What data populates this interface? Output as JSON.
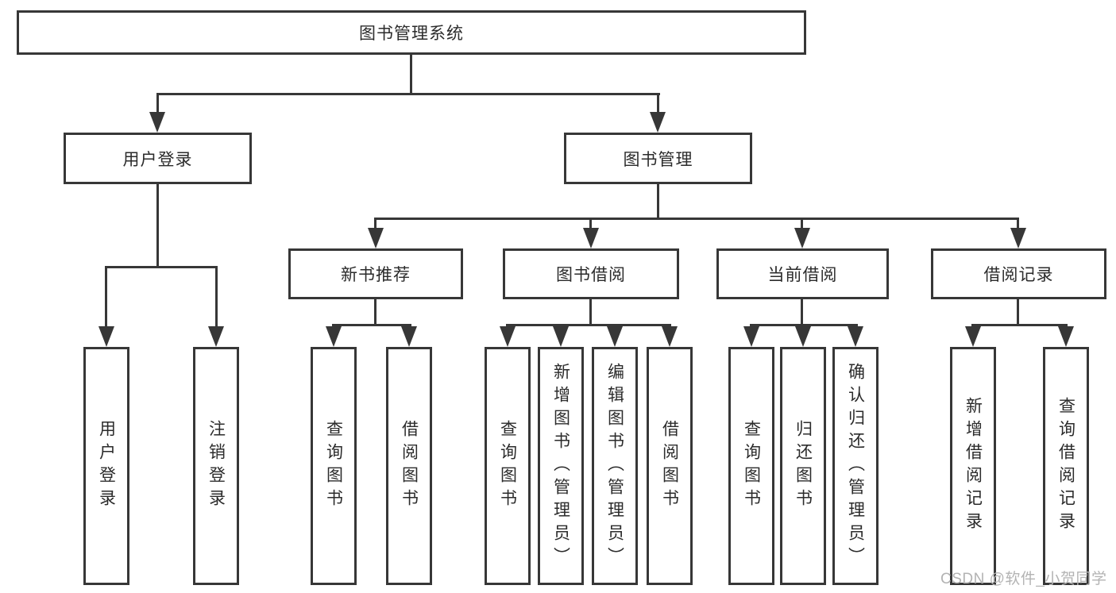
{
  "watermark": "CSDN @软件_小贺同学",
  "colors": {
    "line": "#373737",
    "text": "#2b2b2b",
    "background": "#ffffff",
    "watermark": "#b3b3b3"
  },
  "diagram": {
    "type": "tree",
    "root": {
      "label": "图书管理系统"
    },
    "branches": [
      {
        "label": "用户登录",
        "leaves": [
          {
            "label": "用户登录"
          },
          {
            "label": "注销登录"
          }
        ]
      },
      {
        "label": "图书管理",
        "children": [
          {
            "label": "新书推荐",
            "leaves": [
              {
                "label": "查询图书"
              },
              {
                "label": "借阅图书"
              }
            ]
          },
          {
            "label": "图书借阅",
            "leaves": [
              {
                "label": "查询图书"
              },
              {
                "label": "新增图书（管理员）"
              },
              {
                "label": "编辑图书（管理员）"
              },
              {
                "label": "借阅图书"
              }
            ]
          },
          {
            "label": "当前借阅",
            "leaves": [
              {
                "label": "查询图书"
              },
              {
                "label": "归还图书"
              },
              {
                "label": "确认归还（管理员）"
              }
            ]
          },
          {
            "label": "借阅记录",
            "leaves": [
              {
                "label": "新增借阅记录"
              },
              {
                "label": "查询借阅记录"
              }
            ]
          }
        ]
      }
    ]
  }
}
